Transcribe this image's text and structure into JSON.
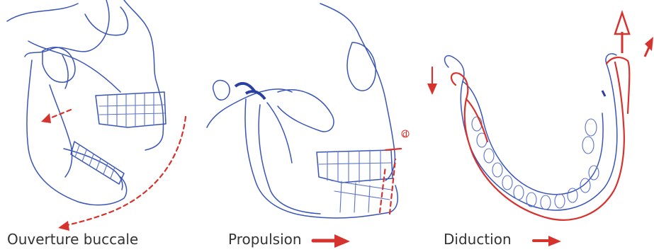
{
  "panels": [
    {
      "caption": "Ouverture buccale",
      "arrow_color": "#d6322e"
    },
    {
      "caption": "Propulsion",
      "arrow_color": "#d6322e",
      "dimension_label": "d"
    },
    {
      "caption": "Diduction",
      "arrow_color": "#d6322e"
    }
  ],
  "colors": {
    "drawing": "#3a55b8",
    "motion": "#d6322e",
    "caption": "#333333"
  }
}
